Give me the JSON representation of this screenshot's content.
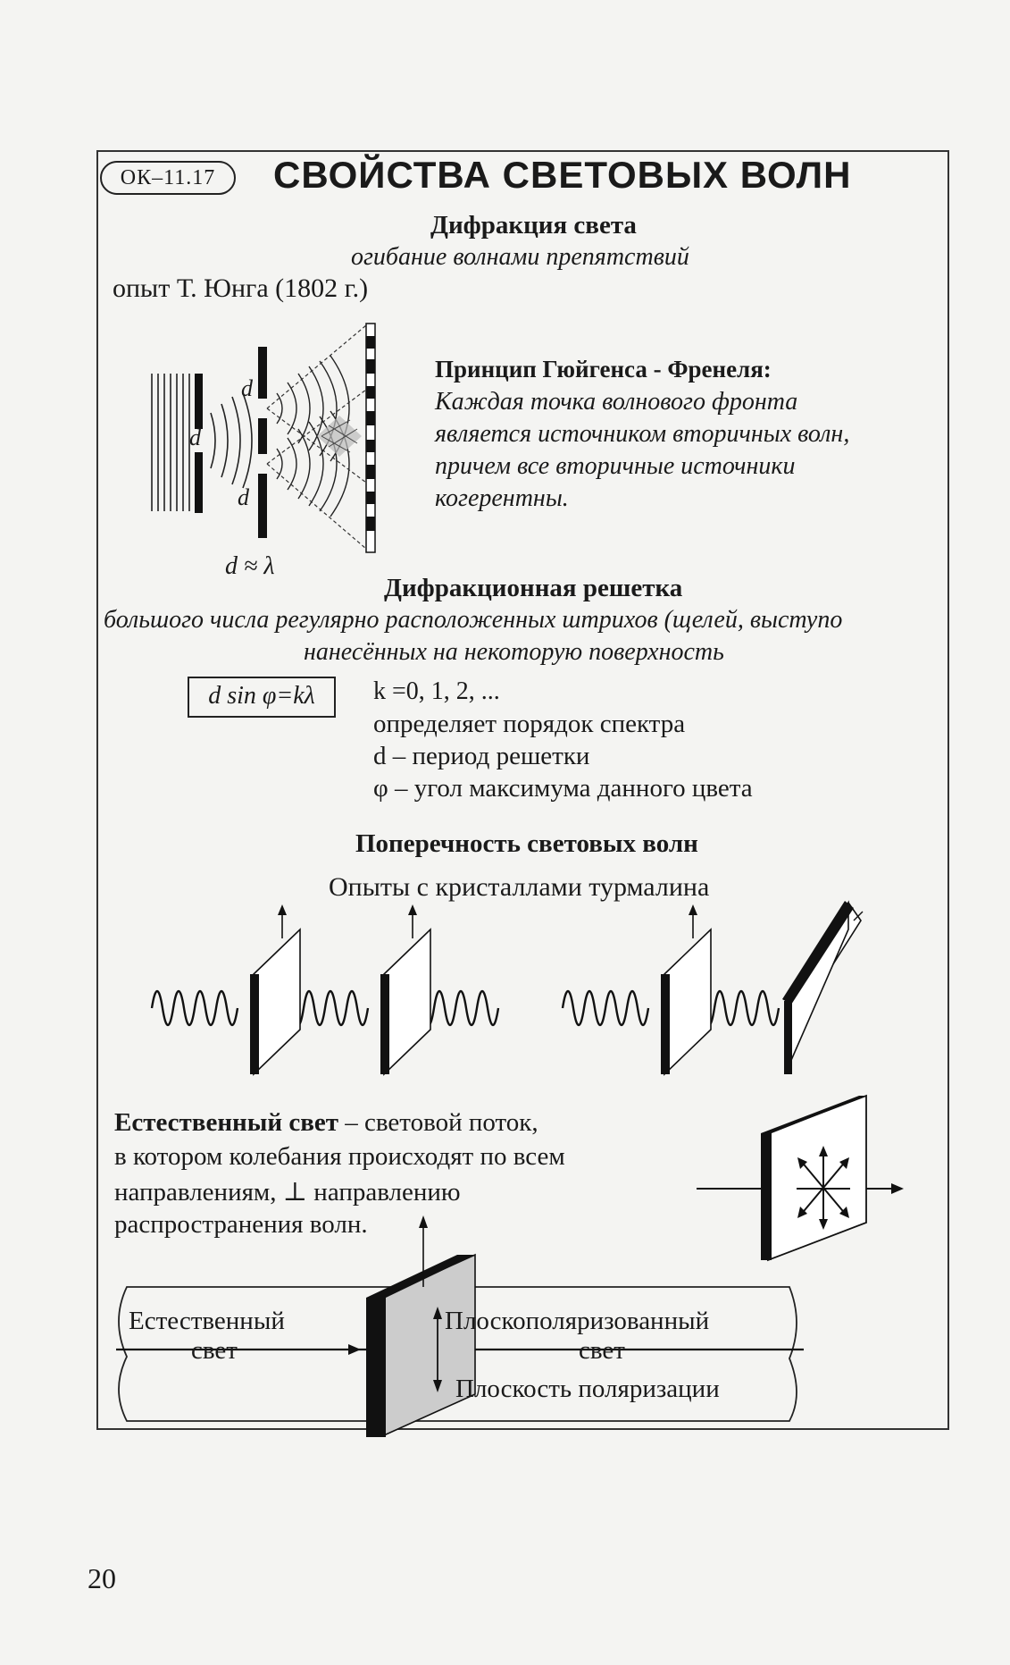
{
  "header": {
    "code": "ОК–11.17",
    "title": "СВОЙСТВА СВЕТОВЫХ ВОЛН"
  },
  "diffraction": {
    "heading": "Дифракция света",
    "definition": "огибание волнами препятствий",
    "experiment": "опыт Т. Юнга (1802 г.)",
    "slit_label": "d",
    "condition": "d ≈ λ",
    "principle_title": "Принцип Гюйгенса - Френеля:",
    "principle_lines": [
      "Каждая точка волнового фронта",
      "является источником вторичных волн,",
      "причем все вторичные источники",
      "когерентны."
    ]
  },
  "grating": {
    "heading": "Дифракционная решетка",
    "definition_lines": [
      "большого числа регулярно расположенных штрихов (щелей, выступо",
      "нанесённых на некоторую поверхность"
    ],
    "formula": "d sin φ=kλ",
    "notes": [
      "k =0, 1, 2, ...",
      "определяет порядок спектра",
      "d – период решетки",
      "φ – угол максимума данного цвета"
    ]
  },
  "transverse": {
    "heading": "Поперечность световых волн",
    "subheading": "Опыты с кристаллами турмалина"
  },
  "natural_light": {
    "lines": [
      "Естественный свет – световой поток,",
      "в котором колебания происходят по всем",
      "направлениям, ⊥ направлению",
      "распространения волн."
    ],
    "bold_term": "Естественный свет"
  },
  "polarizer": {
    "left_label_1": "Естественный",
    "left_label_2": "свет",
    "right_label_1": "Плоскополяризованный",
    "right_label_2": "свет",
    "plane_label": "Плоскость поляризации"
  },
  "page_number": "20"
}
